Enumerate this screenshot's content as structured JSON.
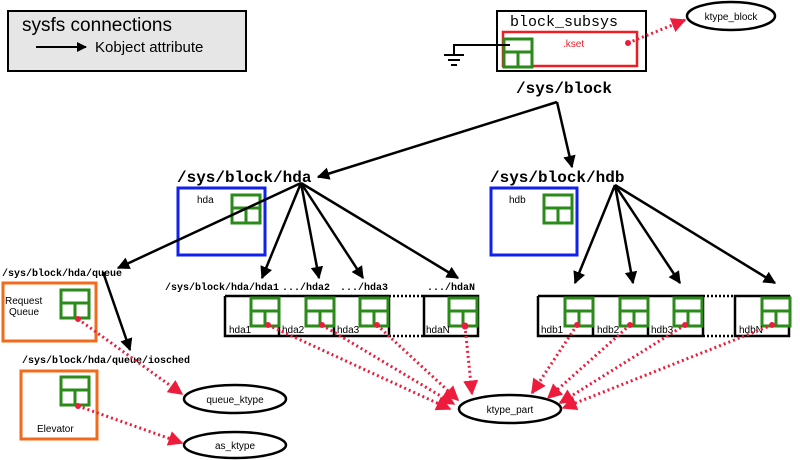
{
  "legend": {
    "title": "sysfs connections",
    "entry_label": "Kobject attribute"
  },
  "subsystem": {
    "name": "block_subsys",
    "kset_label": ".kset",
    "path_label": "/sys/block",
    "ktype": "ktype_block"
  },
  "disks": [
    {
      "path_label": "/sys/block/hda",
      "name": "hda"
    },
    {
      "path_label": "/sys/block/hdb",
      "name": "hdb"
    }
  ],
  "queue": {
    "path_label": "/sys/block/hda/queue",
    "box_label_line1": "Request",
    "box_label_line2": "Queue",
    "ktype": "queue_ktype"
  },
  "iosched": {
    "path_label": "/sys/block/hda/queue/iosched",
    "box_label": "Elevator",
    "ktype": "as_ktype"
  },
  "hda_partitions": {
    "path_labels": [
      "/sys/block/hda/hda1",
      ".../hda2",
      ".../hda3",
      ".../hdaN"
    ],
    "names": [
      "hda1",
      "hda2",
      "hda3",
      "hdaN"
    ]
  },
  "hdb_partitions": {
    "names": [
      "hdb1",
      "hdb2",
      "hdb3",
      "hdbN"
    ]
  },
  "partition_ktype": "ktype_part",
  "colors": {
    "kobject": "#2a8a1a",
    "kset": "#ee1c25",
    "disk": "#1020ee",
    "queue": "#f26a1b",
    "pointer": "#ee1c3c",
    "legend_bg": "#e6e6e6"
  }
}
